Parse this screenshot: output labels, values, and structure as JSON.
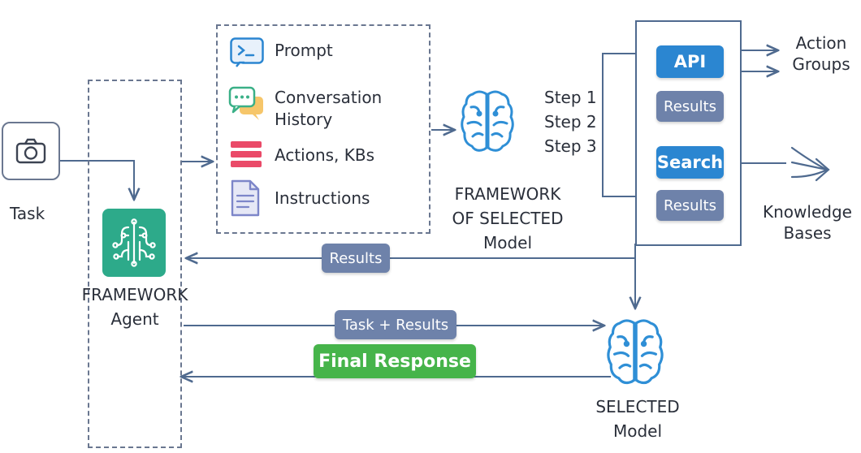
{
  "task": {
    "label": "Task",
    "icon": "camera-icon"
  },
  "agent": {
    "line1": "FRAMEWORK",
    "line2": "Agent",
    "icon": "circuit-chip-icon"
  },
  "inputs": {
    "prompt": "Prompt",
    "conversation_line1": "Conversation",
    "conversation_line2": "History",
    "actions_kbs": "Actions, KBs",
    "instructions": "Instructions"
  },
  "model_mid": {
    "line1": "FRAMEWORK",
    "line2": "OF SELECTED",
    "line3": "Model",
    "icon": "brain-icon"
  },
  "steps": [
    "Step 1",
    "Step 2",
    "Step 3"
  ],
  "panel": {
    "api": "API",
    "api_results": "Results",
    "search": "Search",
    "search_results": "Results"
  },
  "outputs": {
    "action_line1": "Action",
    "action_line2": "Groups",
    "kb_line1": "Knowledge",
    "kb_line2": "Bases"
  },
  "flow": {
    "results": "Results",
    "task_results": "Task + Results",
    "final_response": "Final Response"
  },
  "model_bottom": {
    "line1": "SELECTED",
    "line2": "Model",
    "icon": "brain-icon"
  },
  "colors": {
    "line": "#4f6a8f",
    "results": "#6e82aa",
    "blue": "#2b86d1",
    "green": "#46b44a",
    "agent": "#2daa8a"
  }
}
